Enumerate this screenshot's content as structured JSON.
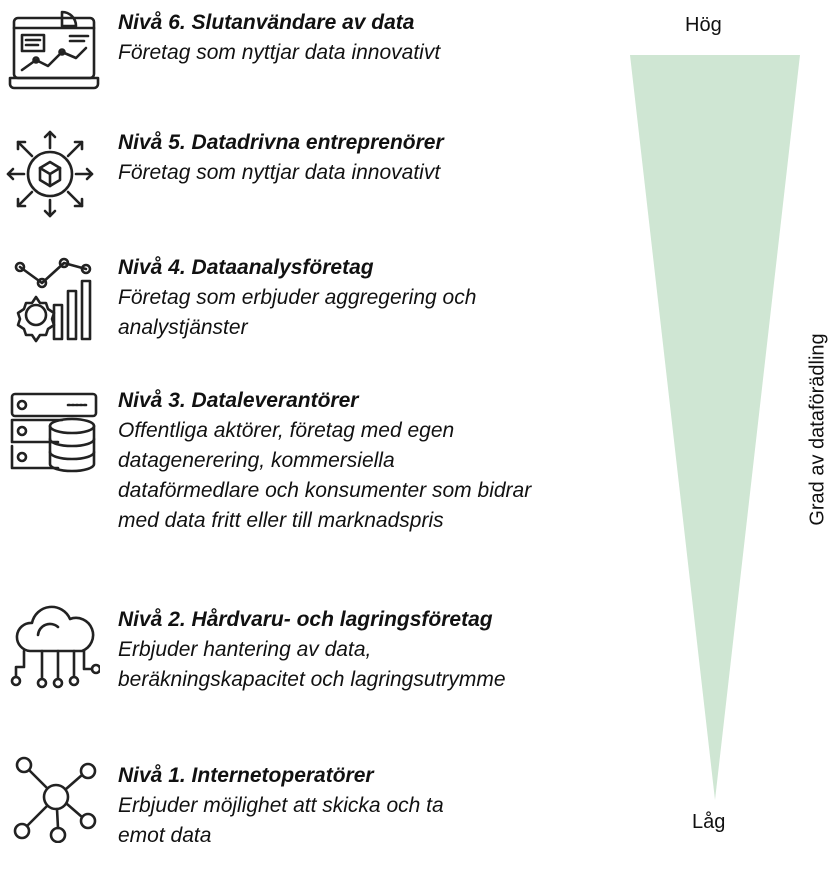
{
  "levels": [
    {
      "title": "Nivå 6. Slutanvändare av data",
      "desc": "Företag som nyttjar data innovativt",
      "icon": "dashboard-icon"
    },
    {
      "title": "Nivå 5. Datadrivna entreprenörer",
      "desc": "Företag som nyttjar data innovativt",
      "icon": "distribution-box-icon"
    },
    {
      "title": "Nivå 4. Dataanalysföretag",
      "desc": "Företag som erbjuder aggregering och\nanalystjänster",
      "icon": "analytics-gear-icon"
    },
    {
      "title": "Nivå 3. Dataleverantörer",
      "desc": "Offentliga aktörer, företag med egen\ndatagenerering,  kommersiella\ndataförmedlare och konsumenter som bidrar\nmed data fritt eller till marknadspris",
      "icon": "database-server-icon"
    },
    {
      "title": "Nivå 2. Hårdvaru- och lagringsföretag",
      "desc": "Erbjuder hantering av data,\nberäkningskapacitet och lagringsutrymme",
      "icon": "cloud-network-icon"
    },
    {
      "title": "Nivå 1. Internetoperatörer",
      "desc": "Erbjuder möjlighet att skicka och ta\nemot data",
      "icon": "network-nodes-icon"
    }
  ],
  "scale": {
    "high": "Hög",
    "low": "Låg",
    "axis_label": "Grad av dataförädling",
    "color": "#cfe6d3"
  }
}
